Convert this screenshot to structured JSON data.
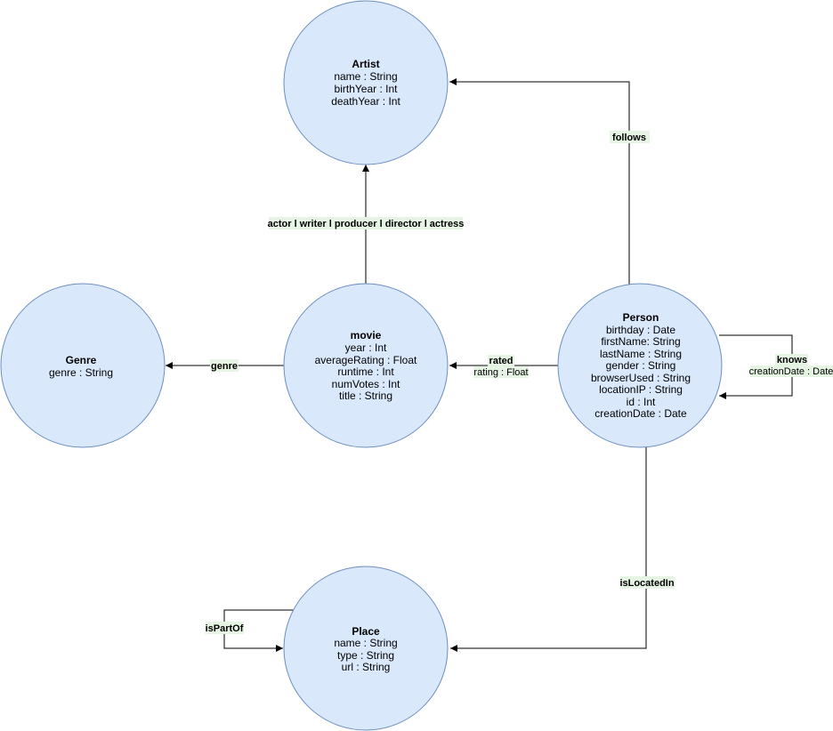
{
  "nodes": {
    "artist": {
      "title": "Artist",
      "attributes": [
        "name : String",
        "birthYear : Int",
        "deathYear : Int"
      ]
    },
    "genre": {
      "title": "Genre",
      "attributes": [
        "genre : String"
      ]
    },
    "movie": {
      "title": "movie",
      "attributes": [
        "year : Int",
        "averageRating : Float",
        "runtime : Int",
        "numVotes : Int",
        "title : String"
      ]
    },
    "person": {
      "title": "Person",
      "attributes": [
        "birthday : Date",
        "firstName: String",
        "lastName : String",
        "gender : String",
        "browserUsed : String",
        "locationIP : String",
        "id : Int",
        "creationDate : Date"
      ]
    },
    "place": {
      "title": "Place",
      "attributes": [
        "name : String",
        "type : String",
        "url : String"
      ]
    }
  },
  "edges": {
    "follows": {
      "label": "follows"
    },
    "roles": {
      "label": "actor l writer l producer l director l actress"
    },
    "genre": {
      "label": "genre"
    },
    "rated": {
      "label": "rated",
      "property": "rating : Float"
    },
    "knows": {
      "label": "knows",
      "property": "creationDate : Date"
    },
    "isLocatedIn": {
      "label": "isLocatedIn"
    },
    "isPartOf": {
      "label": "isPartOf"
    }
  },
  "colors": {
    "node_fill": "#dae8fc",
    "node_stroke": "#6c8ebf",
    "label_background": "#e6f4e3",
    "edge": "#000000"
  }
}
